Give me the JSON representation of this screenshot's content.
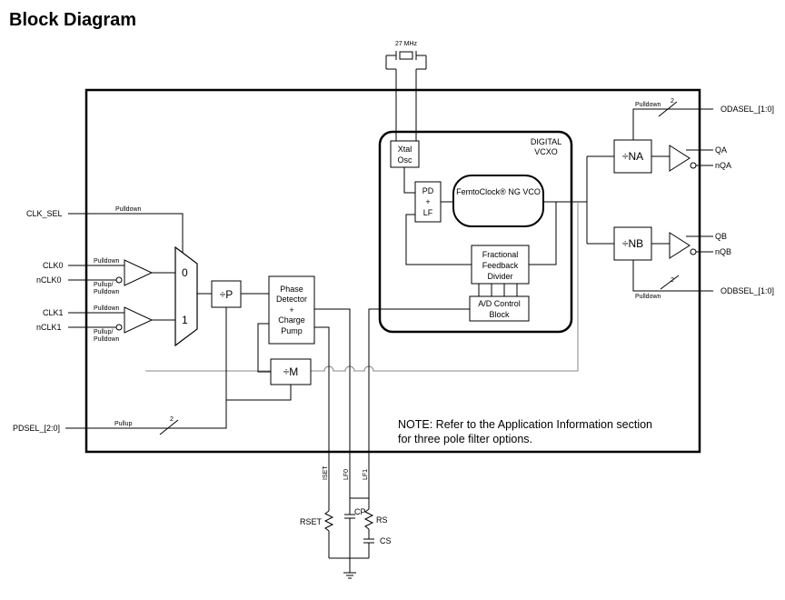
{
  "title": "Block Diagram",
  "crystal": "27 MHz",
  "inputs": {
    "clk_sel": "CLK_SEL",
    "clk0": "CLK0",
    "nclk0": "nCLK0",
    "clk1": "CLK1",
    "nclk1": "nCLK1",
    "pdsel": "PDSEL_[2:0]"
  },
  "resistors": {
    "pulldown": "Pulldown",
    "pullup": "Pullup",
    "pullup_pulldown_a": "Pullup/",
    "pullup_pulldown_b": "Pulldown"
  },
  "mux": {
    "in0": "0",
    "in1": "1"
  },
  "blocks": {
    "divp": "÷P",
    "pd_cp": [
      "Phase",
      "Detector",
      "+",
      "Charge",
      "Pump"
    ],
    "divm": "÷M",
    "xtal_osc": [
      "Xtal",
      "Osc"
    ],
    "pd_lf": [
      "PD",
      "+",
      "LF"
    ],
    "vcxo_label": [
      "DIGITAL",
      "VCXO"
    ],
    "vco": "FemtoClock® NG VCO",
    "ffd": [
      "Fractional",
      "Feedback",
      "Divider"
    ],
    "adc": [
      "A/D Control",
      "Block"
    ],
    "divna": "÷NA",
    "divnb": "÷NB"
  },
  "outputs": {
    "odasel": "ODASEL_[1:0]",
    "qa": "QA",
    "nqa": "nQA",
    "qb": "QB",
    "nqb": "nQB",
    "odbsel": "ODBSEL_[1:0]"
  },
  "bus_width": {
    "od": "2",
    "pdsel": "2"
  },
  "pins": {
    "iset": "ISET",
    "lf0": "LF0",
    "lf1": "LF1"
  },
  "components": {
    "rset": "RSET",
    "cp": "CP",
    "rs": "RS",
    "cs": "CS"
  },
  "note": [
    "NOTE: Refer to the Application Information section",
    "for three pole filter options."
  ]
}
